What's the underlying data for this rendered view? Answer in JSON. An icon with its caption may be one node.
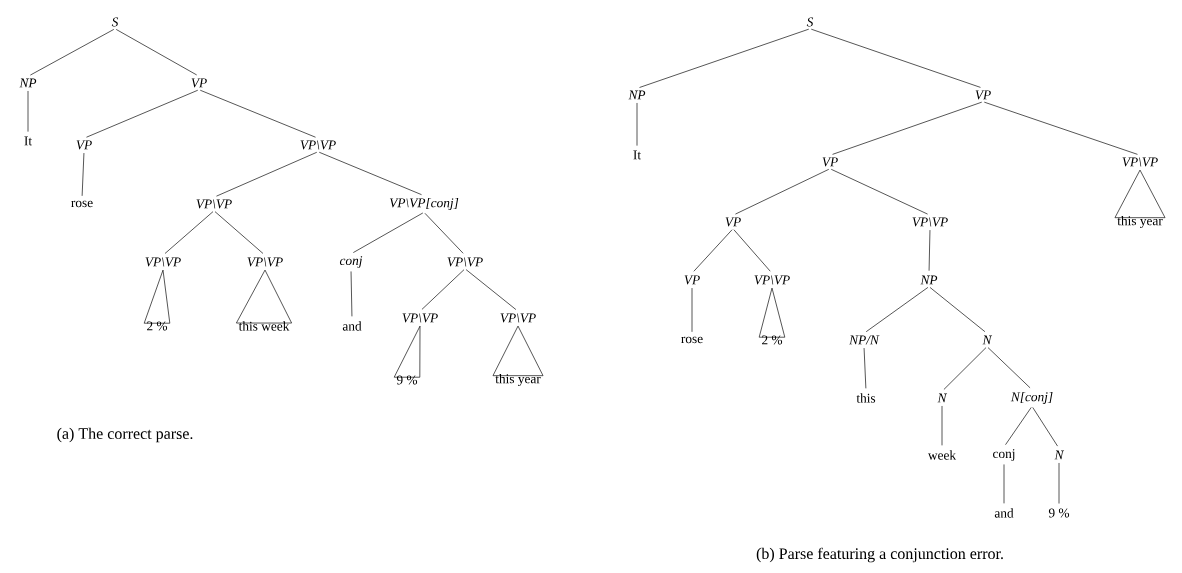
{
  "diagram": {
    "nodes": [
      {
        "text": [
          "S"
        ]
      },
      {
        "text": [
          "NP"
        ]
      },
      {
        "text": [
          "VP"
        ]
      },
      {
        "text": [
          "It"
        ]
      },
      {
        "text": [
          "VP"
        ]
      },
      {
        "text": [
          "VP\\VP"
        ]
      },
      {
        "text": [
          "rose"
        ]
      },
      {
        "text": [
          "VP\\VP"
        ]
      },
      {
        "text": [
          "VP\\VP[conj]"
        ]
      },
      {
        "text": [
          "VP\\VP"
        ]
      },
      {
        "text": [
          "VP\\VP"
        ]
      },
      {
        "text": [
          "conj"
        ]
      },
      {
        "text": [
          "VP\\VP"
        ]
      },
      {
        "text": [
          "2 %"
        ]
      },
      {
        "text": [
          "this week"
        ]
      },
      {
        "text": [
          "and"
        ]
      },
      {
        "text": [
          "VP\\VP"
        ]
      },
      {
        "text": [
          "VP\\VP"
        ]
      },
      {
        "text": [
          "9 %"
        ]
      },
      {
        "text": [
          "this year"
        ]
      },
      {
        "text": [
          "S"
        ]
      },
      {
        "text": [
          "NP"
        ]
      },
      {
        "text": [
          "VP"
        ]
      },
      {
        "text": [
          "It"
        ]
      },
      {
        "text": [
          "VP"
        ]
      },
      {
        "text": [
          "VP\\VP"
        ]
      },
      {
        "text": [
          "VP"
        ]
      },
      {
        "text": [
          "VP\\VP"
        ]
      },
      {
        "text": [
          "this year"
        ]
      },
      {
        "text": [
          "VP"
        ]
      },
      {
        "text": [
          "VP\\VP"
        ]
      },
      {
        "text": [
          "NP"
        ]
      },
      {
        "text": [
          "rose"
        ]
      },
      {
        "text": [
          "2 %"
        ]
      },
      {
        "text": [
          "NP/N"
        ]
      },
      {
        "text": [
          "N"
        ]
      },
      {
        "text": [
          "this"
        ]
      },
      {
        "text": [
          "N"
        ]
      },
      {
        "text": [
          "N[conj]"
        ]
      },
      {
        "text": [
          "week"
        ]
      },
      {
        "text": [
          "conj"
        ]
      },
      {
        "text": [
          "N"
        ]
      },
      {
        "text": [
          "and"
        ]
      },
      {
        "text": [
          "9 %"
        ]
      }
    ],
    "edges": [
      {
        "from": 0,
        "to": 1,
        "arrow": "none"
      },
      {
        "from": 0,
        "to": 2,
        "arrow": "none"
      },
      {
        "from": 1,
        "to": 3,
        "arrow": "none"
      },
      {
        "from": 2,
        "to": 4,
        "arrow": "none"
      },
      {
        "from": 2,
        "to": 5,
        "arrow": "none"
      },
      {
        "from": 4,
        "to": 6,
        "arrow": "none"
      },
      {
        "from": 5,
        "to": 7,
        "arrow": "none"
      },
      {
        "from": 5,
        "to": 8,
        "arrow": "none"
      },
      {
        "from": 7,
        "to": 9,
        "arrow": "none"
      },
      {
        "from": 7,
        "to": 10,
        "arrow": "none"
      },
      {
        "from": 8,
        "to": 11,
        "arrow": "none"
      },
      {
        "from": 8,
        "to": 12,
        "arrow": "none"
      },
      {
        "from": 9,
        "to": 13,
        "arrow": "none"
      },
      {
        "from": 10,
        "to": 14,
        "arrow": "none"
      },
      {
        "from": 11,
        "to": 15,
        "arrow": "none"
      },
      {
        "from": 12,
        "to": 16,
        "arrow": "none"
      },
      {
        "from": 12,
        "to": 17,
        "arrow": "none"
      },
      {
        "from": 16,
        "to": 18,
        "arrow": "none"
      },
      {
        "from": 17,
        "to": 19,
        "arrow": "none"
      },
      {
        "from": 20,
        "to": 21,
        "arrow": "none"
      },
      {
        "from": 20,
        "to": 22,
        "arrow": "none"
      },
      {
        "from": 21,
        "to": 23,
        "arrow": "none"
      },
      {
        "from": 22,
        "to": 24,
        "arrow": "none"
      },
      {
        "from": 22,
        "to": 25,
        "arrow": "none"
      },
      {
        "from": 24,
        "to": 26,
        "arrow": "none"
      },
      {
        "from": 24,
        "to": 27,
        "arrow": "none"
      },
      {
        "from": 25,
        "to": 28,
        "arrow": "none"
      },
      {
        "from": 26,
        "to": 29,
        "arrow": "none"
      },
      {
        "from": 26,
        "to": 30,
        "arrow": "none"
      },
      {
        "from": 27,
        "to": 31,
        "arrow": "none"
      },
      {
        "from": 29,
        "to": 32,
        "arrow": "none"
      },
      {
        "from": 30,
        "to": 33,
        "arrow": "none"
      },
      {
        "from": 31,
        "to": 34,
        "arrow": "none"
      },
      {
        "from": 31,
        "to": 35,
        "arrow": "none"
      },
      {
        "from": 34,
        "to": 36,
        "arrow": "none"
      },
      {
        "from": 35,
        "to": 37,
        "arrow": "none"
      },
      {
        "from": 35,
        "to": 38,
        "arrow": "none"
      },
      {
        "from": 37,
        "to": 39,
        "arrow": "none"
      },
      {
        "from": 38,
        "to": 40,
        "arrow": "none"
      },
      {
        "from": 38,
        "to": 41,
        "arrow": "none"
      },
      {
        "from": 40,
        "to": 42,
        "arrow": "none"
      },
      {
        "from": 41,
        "to": 43,
        "arrow": "none"
      }
    ],
    "labels": [
      "(a) The correct parse.",
      "(b) Parse featuring a conjunction error."
    ]
  }
}
